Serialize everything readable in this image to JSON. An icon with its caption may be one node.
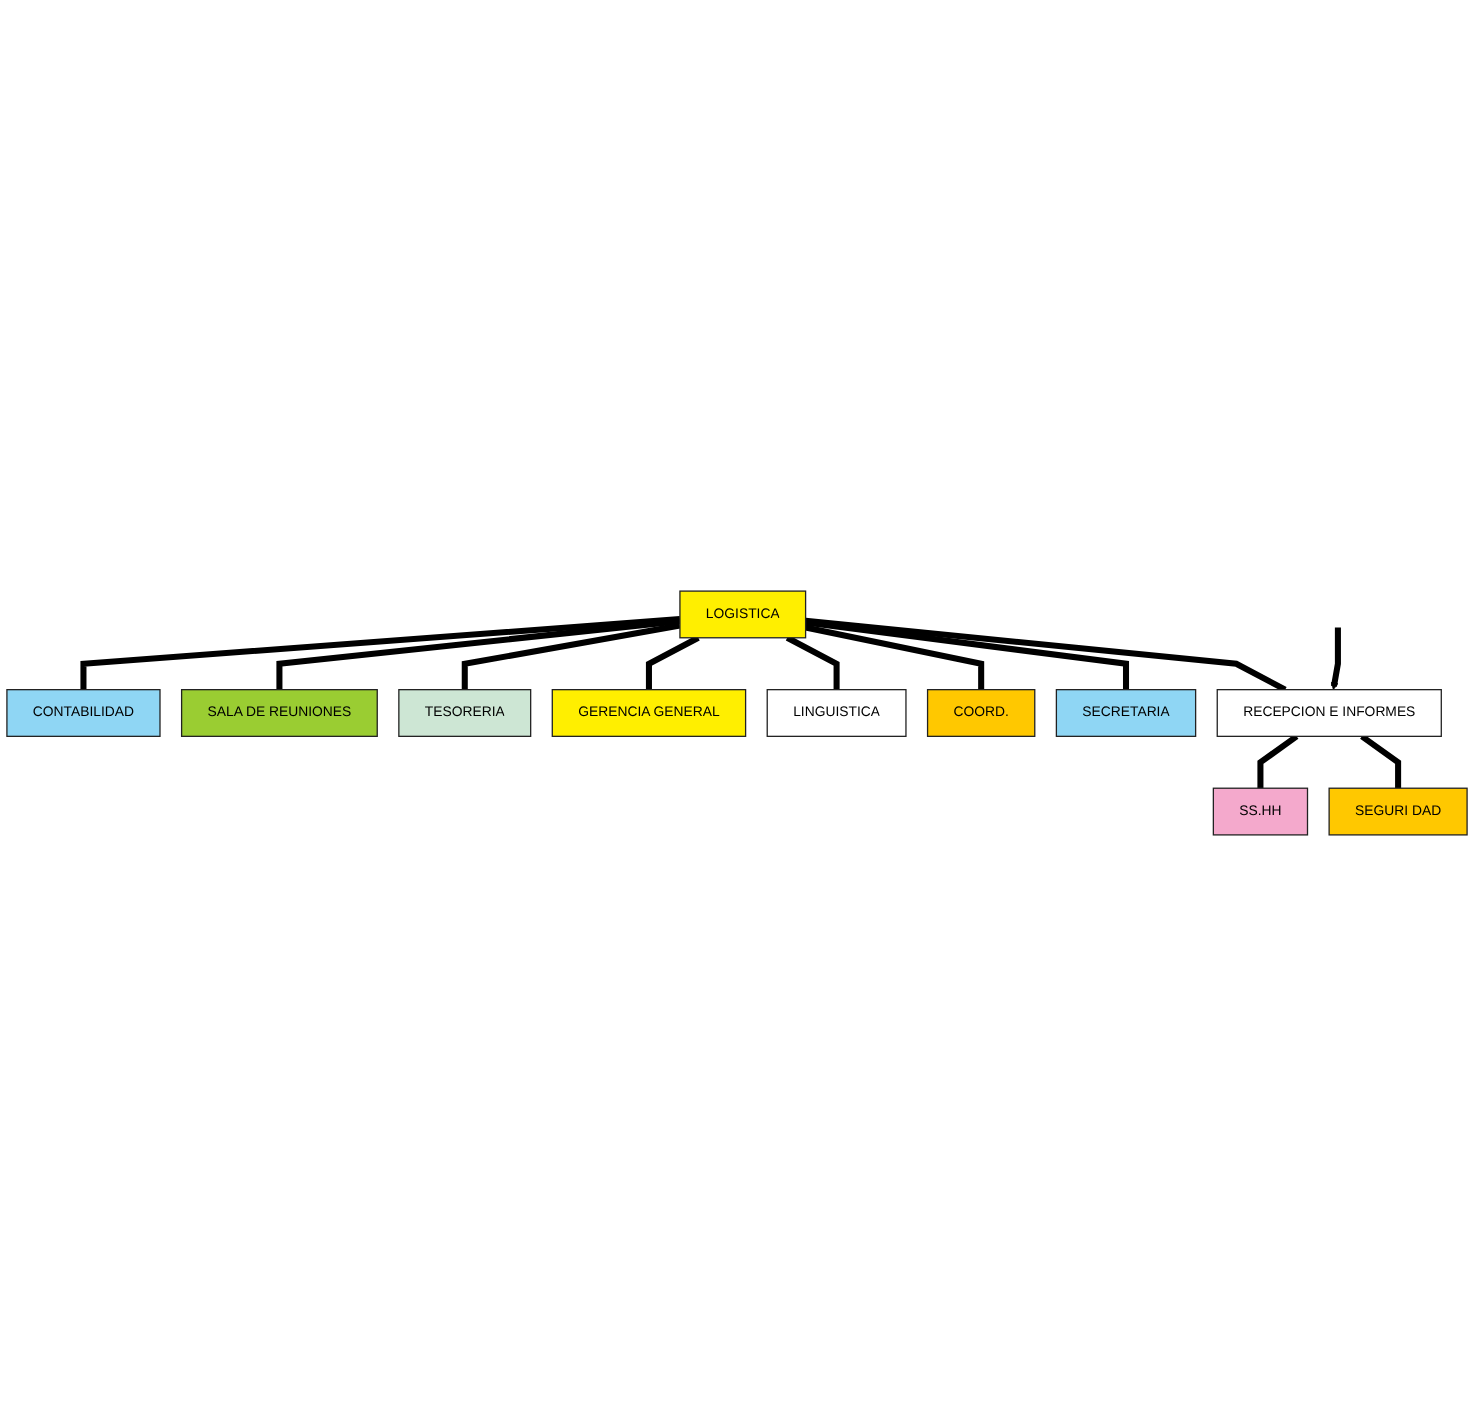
{
  "diagram": {
    "nodes": [
      {
        "text": [
          "LOGISTICA"
        ]
      },
      {
        "text": [
          "CONTABILIDAD"
        ]
      },
      {
        "text": [
          "SALA DE REUNIONES"
        ]
      },
      {
        "text": [
          "TESORERIA"
        ]
      },
      {
        "text": [
          "GERENCIA GENERAL"
        ]
      },
      {
        "text": [
          "LINGUISTICA"
        ]
      },
      {
        "text": [
          "COORD."
        ]
      },
      {
        "text": [
          "SECRETARIA"
        ]
      },
      {
        "text": [
          "RECEPCION E INFORMES"
        ]
      },
      {
        "text": [
          "SS.HH"
        ]
      },
      {
        "text": [
          "SEGURI DAD"
        ]
      }
    ],
    "edges": [
      {
        "from": 0,
        "to": 1,
        "arrow": "none"
      },
      {
        "from": 0,
        "to": 2,
        "arrow": "none"
      },
      {
        "from": 0,
        "to": 3,
        "arrow": "none"
      },
      {
        "from": 0,
        "to": 4,
        "arrow": "none"
      },
      {
        "from": 0,
        "to": 5,
        "arrow": "none"
      },
      {
        "from": 0,
        "to": 6,
        "arrow": "none"
      },
      {
        "from": 0,
        "to": 7,
        "arrow": "none"
      },
      {
        "from": 0,
        "to": 8,
        "arrow": "none"
      },
      {
        "from": 8,
        "to": 9,
        "arrow": "none"
      },
      {
        "from": 8,
        "to": 10,
        "arrow": "none"
      },
      {
        "from": null,
        "to": 8,
        "arrow": "to"
      }
    ]
  }
}
